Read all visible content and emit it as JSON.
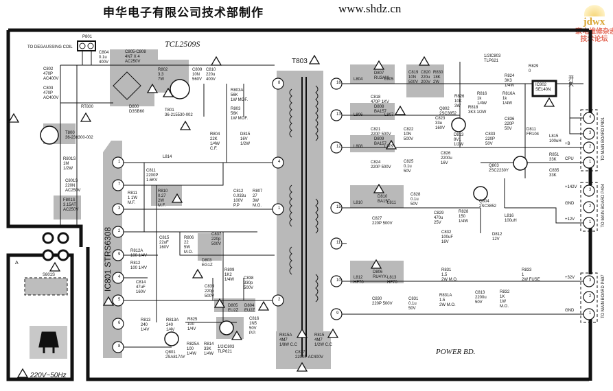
{
  "header": {
    "title": "申华电子有限公司技术部制作",
    "url": "www.shdz.cn"
  },
  "watermark": {
    "brand": "jdwx",
    "line1": "家电维修杂志社",
    "line2": "技术论坛"
  },
  "diagram": {
    "model": "TCL2509S",
    "board_label": "POWER BD.",
    "degauss_label": "TO DEGAUSSING COIL",
    "p801_label": "P801",
    "s801s_label": "S801S",
    "mains_label": "220V~50Hz",
    "section_a": "A",
    "switch_label": "开关",
    "ic801": {
      "label": "IC801 STRS6308",
      "pins": [
        "1",
        "7",
        "3",
        "2",
        "9",
        "4",
        "5",
        "6",
        "8"
      ]
    },
    "t803": {
      "label": "T803",
      "left_pins": [
        "8",
        "4",
        "1",
        "2"
      ],
      "right_pins": [
        "16",
        "13",
        "12",
        "15",
        "11",
        "10",
        "9"
      ]
    },
    "connectors": [
      {
        "label": "TO MAIN BOARD P801",
        "pins": [
          "4",
          "3",
          "2",
          "1"
        ],
        "signals": [
          "",
          "",
          "+B",
          "CPU"
        ]
      },
      {
        "label": "TO MAIN BOARD P404",
        "pins": [
          "3",
          "2",
          "1"
        ],
        "signals": [
          "+142V",
          "GND",
          "+12V"
        ]
      },
      {
        "label": "TO MAIN BOARD P607",
        "pins": [
          "3",
          "2",
          "1"
        ],
        "signals": [
          "+32V",
          "",
          "GND"
        ]
      }
    ]
  },
  "components": {
    "c804": [
      "C804",
      "0.1u",
      "400V"
    ],
    "c805": [
      "C805-C808",
      "4N7 X 4",
      "AC250V"
    ],
    "c802": [
      "C802",
      "470P",
      "AC400V"
    ],
    "c803": [
      "C803",
      "470P",
      "AC400V"
    ],
    "rt800": [
      "RT800"
    ],
    "r802": [
      "R802",
      "3.3",
      "7W"
    ],
    "c809": [
      "C809",
      "10N",
      "560V"
    ],
    "c810": [
      "C810",
      "220u",
      "400V"
    ],
    "d800": [
      "D800",
      "D3SB60"
    ],
    "t801": [
      "T801",
      "36-215530-002"
    ],
    "r803a": [
      "R803A",
      "56K",
      "1W MOF."
    ],
    "r803": [
      "R803",
      "56K",
      "1W MOF."
    ],
    "r804": [
      "R804",
      "22K",
      "1/4W",
      "C.F."
    ],
    "d815": [
      "D815",
      "16V",
      "1/2W"
    ],
    "t800": [
      "T800",
      "36-238300-002"
    ],
    "l814": [
      "L814"
    ],
    "r801s": [
      "R801S",
      "1M",
      "1/2W"
    ],
    "c801s": [
      "C801S",
      "220N",
      "AC250V"
    ],
    "f801s": [
      "F801S",
      "3.15AT",
      "AC250V"
    ],
    "c811": [
      "C811",
      "2200P",
      "1.6KV"
    ],
    "r811": [
      "R811",
      "1 1W",
      "M.F."
    ],
    "r810": [
      "R810",
      "0.27",
      "2W",
      "M.F."
    ],
    "c812": [
      "C812",
      "0.033u",
      "100V",
      "P.P"
    ],
    "r807": [
      "R807",
      "27",
      "3W",
      "M.O."
    ],
    "c815": [
      "C815",
      "22uF",
      "160V"
    ],
    "r806": [
      "R806",
      "22",
      "5W",
      "M.O."
    ],
    "c837": [
      "C837",
      "220p",
      "500V"
    ],
    "d803": [
      "D803",
      "EG1Z"
    ],
    "r812a": [
      "R812A",
      "100 1/4V"
    ],
    "r812": [
      "R812",
      "100 1/4V"
    ],
    "c814": [
      "C814",
      "47uF",
      "160V"
    ],
    "r809": [
      "R809",
      "1K2",
      "1/4W"
    ],
    "c839": [
      "C839",
      "220p",
      "500V"
    ],
    "c838": [
      "C838",
      "330p",
      "500V"
    ],
    "d805": [
      "D805",
      "EU2Z"
    ],
    "d804": [
      "D804",
      "EU2Z"
    ],
    "c816": [
      "C816",
      "1N5",
      "50V",
      "P.P."
    ],
    "r813": [
      "R813",
      "240",
      "1/4V"
    ],
    "r813a": [
      "R813A",
      "240",
      "1/4V"
    ],
    "r825": [
      "R825",
      "100",
      "1/4V"
    ],
    "r825a": [
      "R825A",
      "100",
      "1/4W"
    ],
    "r814": [
      "R814",
      "33K",
      "1/4W"
    ],
    "q801": [
      "Q801",
      "2SA817AY"
    ],
    "ic803b": [
      "1/2IC803",
      "TLP621"
    ],
    "r815a": [
      "R815A",
      "4M7",
      "1/8W C.C"
    ],
    "r815": [
      "R815",
      "4M7",
      "1/2W C.C"
    ],
    "c817": [
      "C817",
      "2200P AC400V"
    ],
    "d807": [
      "D807",
      "RU3AM"
    ],
    "l804": [
      "L804"
    ],
    "l805": [
      "L805"
    ],
    "c818": [
      "C818",
      "470P 1KV"
    ],
    "c819": [
      "C819",
      "10N",
      "500V"
    ],
    "c820": [
      "C820",
      "220u",
      "200V"
    ],
    "r830": [
      "R830",
      "18K",
      "2W"
    ],
    "d808": [
      "D808",
      "BA157"
    ],
    "l806": [
      "L806"
    ],
    "l807": [
      "L807"
    ],
    "c821": [
      "C821",
      "220P 500V"
    ],
    "c822": [
      "C822",
      "10N",
      "500V"
    ],
    "c823": [
      "C823",
      "33u",
      "160V"
    ],
    "q802": [
      "Q802",
      "2SC3852"
    ],
    "d809": [
      "D809",
      "BA157"
    ],
    "l808": [
      "L808"
    ],
    "l809": [
      "L809"
    ],
    "c824": [
      "C824",
      "220P 500V"
    ],
    "c825": [
      "C825",
      "0.1u",
      "50V"
    ],
    "c826": [
      "C826",
      "2200u",
      "16V"
    ],
    "d813": [
      "D813",
      "8V1",
      "1/2W"
    ],
    "ic803a": [
      "1/2IC803",
      "TLP621"
    ],
    "r829": [
      "R829",
      "0"
    ],
    "r824": [
      "R824",
      "3K3",
      "1/4W"
    ],
    "ic802": [
      "IC802",
      "SE140N"
    ],
    "r826": [
      "R826",
      "10K",
      "3W"
    ],
    "r816": [
      "R816",
      "1k",
      "1/4W"
    ],
    "r816a": [
      "R816A",
      "1k",
      "1/4W"
    ],
    "r818": [
      "R818",
      "3K3 1/2W"
    ],
    "c836": [
      "C836",
      "220P",
      "50V"
    ],
    "c833": [
      "C833",
      "220P",
      "50V"
    ],
    "d811": [
      "D811",
      "FR104"
    ],
    "l815": [
      "L815",
      "100uH"
    ],
    "r851": [
      "R851",
      "33K"
    ],
    "c835": [
      "C835",
      "33K"
    ],
    "q803": [
      "Q803",
      "2SC2230Y"
    ],
    "d810": [
      "D810",
      "BA157"
    ],
    "l810": [
      "L810"
    ],
    "l811": [
      "L811"
    ],
    "c827": [
      "C827",
      "220P 500V"
    ],
    "c828": [
      "C828",
      "0.1u",
      "50V"
    ],
    "c829": [
      "C829",
      "470u",
      "25V"
    ],
    "r828": [
      "R828",
      "150",
      "1/4W"
    ],
    "c832": [
      "C832",
      "100uF",
      "16V"
    ],
    "q804": [
      "Q804",
      "2SC3852"
    ],
    "l816": [
      "L816",
      "100uH"
    ],
    "d812": [
      "D812",
      "12V"
    ],
    "d806": [
      "D806",
      "RU4YX"
    ],
    "l812": [
      "L812",
      "HF70"
    ],
    "l813": [
      "L813",
      "HF70"
    ],
    "c830": [
      "C830",
      "220P 500V"
    ],
    "r831": [
      "R831",
      "1.5",
      "2W M.O."
    ],
    "r831a": [
      "R831A",
      "1.5",
      "2W M.O."
    ],
    "c831": [
      "C831",
      "0.1u",
      "50V"
    ],
    "c813": [
      "C813",
      "2200u",
      "50V"
    ],
    "r832": [
      "R832",
      "1K",
      "1W",
      "M.O."
    ],
    "r833": [
      "R833",
      "1",
      "2W FUSE"
    ]
  }
}
